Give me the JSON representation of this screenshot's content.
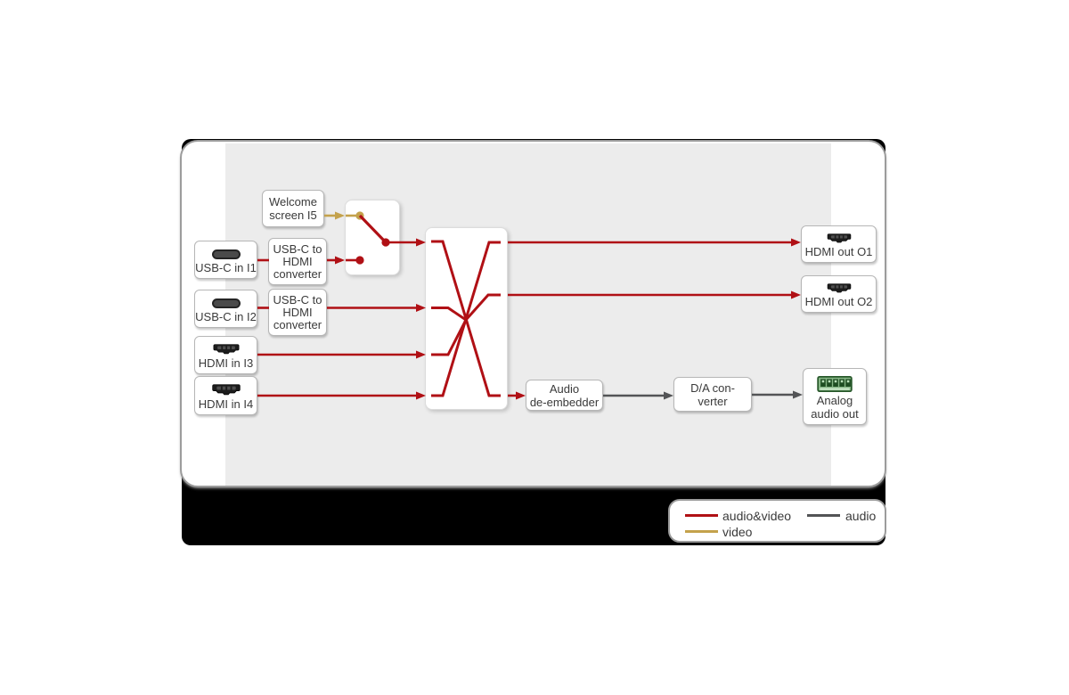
{
  "diagram_type": "av-signal-flow",
  "colors": {
    "audio_video": "#b01015",
    "video": "#c4a24c",
    "audio": "#535456",
    "panel": "#ececec",
    "backdrop": "#000000",
    "text": "#3a3a3a"
  },
  "nodes": {
    "welcome": "Welcome\nscreen I5",
    "usb_in_1": "USB-C in I1",
    "usb_in_2": "USB-C in I2",
    "converter_1": "USB-C to\nHDMI\nconverter",
    "converter_2": "USB-C to\nHDMI\nconverter",
    "hdmi_in_3": "HDMI in I3",
    "hdmi_in_4": "HDMI in I4",
    "audio_deembedder": "Audio\nde-embedder",
    "da_converter": "D/A con-\nverter",
    "hdmi_out_1": "HDMI out O1",
    "hdmi_out_2": "HDMI out O2",
    "analog_out": "Analog\naudio out"
  },
  "legend": {
    "audio_video": "audio&video",
    "video": "video",
    "audio": "audio"
  },
  "connections": [
    {
      "from": "Welcome screen I5",
      "to": "input switch",
      "type": "video"
    },
    {
      "from": "USB-C in I1",
      "to": "USB-C to HDMI converter",
      "type": "audio&video"
    },
    {
      "from": "USB-C to HDMI converter (I1)",
      "to": "input switch",
      "type": "audio&video"
    },
    {
      "from": "input switch",
      "to": "matrix in 1",
      "type": "audio&video"
    },
    {
      "from": "USB-C in I2",
      "to": "USB-C to HDMI converter",
      "type": "audio&video"
    },
    {
      "from": "USB-C to HDMI converter (I2)",
      "to": "matrix in 2",
      "type": "audio&video"
    },
    {
      "from": "HDMI in I3",
      "to": "matrix in 3",
      "type": "audio&video"
    },
    {
      "from": "HDMI in I4",
      "to": "matrix in 4",
      "type": "audio&video"
    },
    {
      "from": "matrix out 1",
      "to": "HDMI out O1",
      "type": "audio&video"
    },
    {
      "from": "matrix out 2",
      "to": "HDMI out O2",
      "type": "audio&video"
    },
    {
      "from": "matrix out 3",
      "to": "Audio de-embedder",
      "type": "audio&video"
    },
    {
      "from": "Audio de-embedder",
      "to": "D/A converter",
      "type": "audio"
    },
    {
      "from": "D/A converter",
      "to": "Analog audio out",
      "type": "audio"
    }
  ]
}
